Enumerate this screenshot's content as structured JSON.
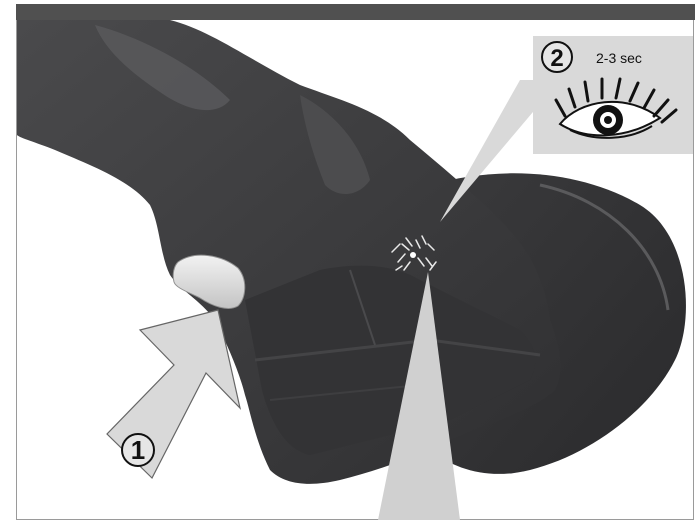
{
  "steps": [
    {
      "number": "1"
    },
    {
      "number": "2",
      "duration": "2-3 sec"
    }
  ],
  "icons": {
    "eye": "eye-icon",
    "led_flash": "blinking-led-icon",
    "push_arrow": "arrow-up-right-icon"
  },
  "colors": {
    "top_bar": "#505050",
    "tool_body": "#3c3c3e",
    "callout": "#d9d9d9",
    "trigger": "#e6e6e6"
  }
}
